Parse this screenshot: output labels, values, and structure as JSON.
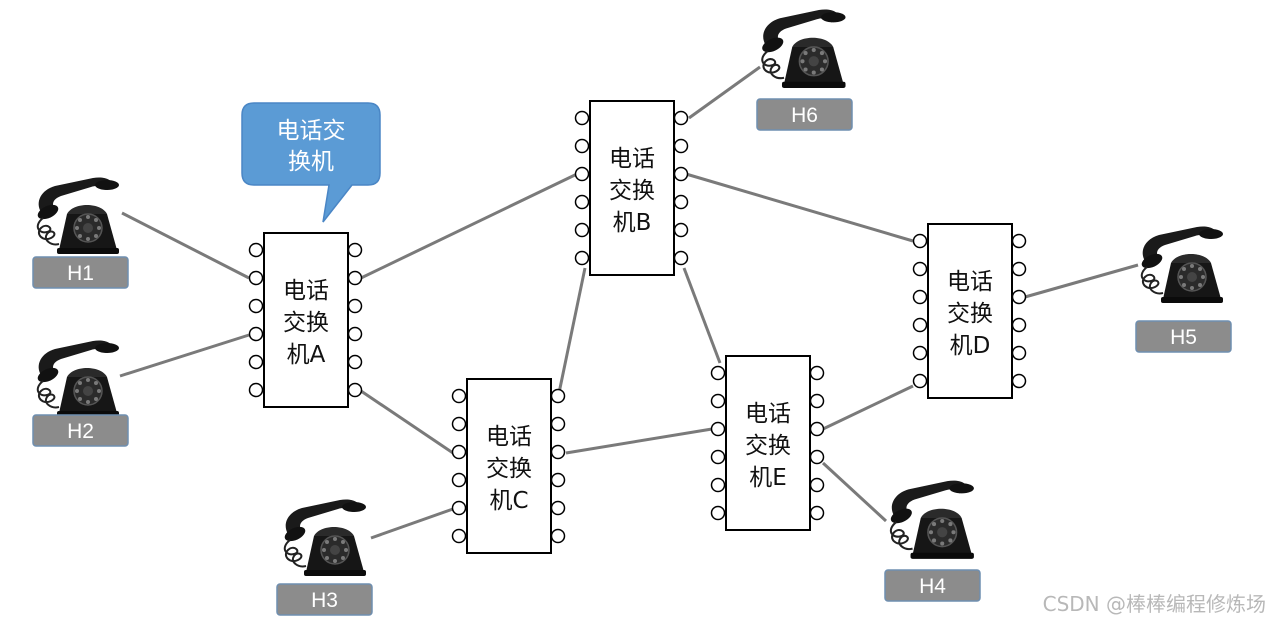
{
  "callout": {
    "line1": "电话交",
    "line2": "换机"
  },
  "switches": {
    "A": {
      "line1": "电话",
      "line2": "交换",
      "line3": "机A"
    },
    "B": {
      "line1": "电话",
      "line2": "交换",
      "line3": "机B"
    },
    "C": {
      "line1": "电话",
      "line2": "交换",
      "line3": "机C"
    },
    "D": {
      "line1": "电话",
      "line2": "交换",
      "line3": "机D"
    },
    "E": {
      "line1": "电话",
      "line2": "交换",
      "line3": "机E"
    }
  },
  "hosts": {
    "H1": "H1",
    "H2": "H2",
    "H3": "H3",
    "H4": "H4",
    "H5": "H5",
    "H6": "H6"
  },
  "watermark": "CSDN @棒棒编程修炼场",
  "colors": {
    "callout": "#5b9bd5",
    "host_label_bg": "#8c8c8c",
    "link": "#7a7a7a",
    "switch_border": "#000000"
  }
}
